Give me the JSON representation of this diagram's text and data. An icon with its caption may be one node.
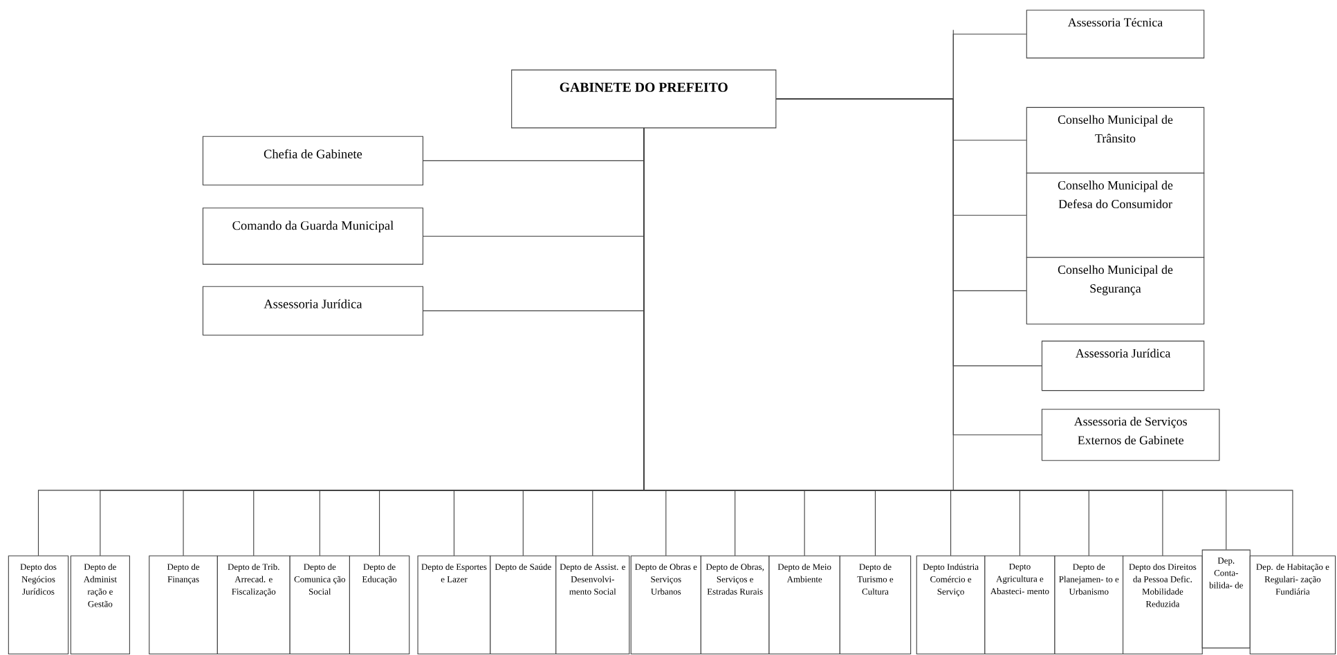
{
  "diagram": {
    "nodes": [
      {
        "text": [
          "GABINETE DO PREFEITO"
        ]
      },
      {
        "text": [
          "Chefia de Gabinete"
        ]
      },
      {
        "text": [
          "Comando da Guarda Municipal"
        ]
      },
      {
        "text": [
          "Assessoria Jurídica"
        ]
      },
      {
        "text": [
          "Assessoria Técnica"
        ]
      },
      {
        "text": [
          "Conselho Municipal de Trânsito"
        ]
      },
      {
        "text": [
          "Conselho Municipal de Defesa do Consumidor"
        ]
      },
      {
        "text": [
          "Conselho Municipal de Segurança"
        ]
      },
      {
        "text": [
          "Assessoria Jurídica"
        ]
      },
      {
        "text": [
          "Assessoria de Serviços Externos de Gabinete"
        ]
      },
      {
        "text": [
          "Depto dos Negócios Jurídicos"
        ]
      },
      {
        "text": [
          "Depto de Administ ração e Gestão"
        ]
      },
      {
        "text": [
          "Depto de Finanças"
        ]
      },
      {
        "text": [
          "Depto de Trib. Arrecad. e Fiscalização"
        ]
      },
      {
        "text": [
          "Depto de Comunica ção Social"
        ]
      },
      {
        "text": [
          "Depto de Educação"
        ]
      },
      {
        "text": [
          "Depto de Esportes e Lazer"
        ]
      },
      {
        "text": [
          "Depto de Saúde"
        ]
      },
      {
        "text": [
          "Depto de Assist. e Desenvolvi- mento Social"
        ]
      },
      {
        "text": [
          "Depto de Obras e Serviços Urbanos"
        ]
      },
      {
        "text": [
          "Depto de Obras, Serviços e Estradas Rurais"
        ]
      },
      {
        "text": [
          "Depto de Meio Ambiente"
        ]
      },
      {
        "text": [
          "Depto de Turismo e Cultura"
        ]
      },
      {
        "text": [
          "Depto Indústria Comércio e Serviço"
        ]
      },
      {
        "text": [
          "Depto Agricultura e Abasteci- mento"
        ]
      },
      {
        "text": [
          "Depto de Planejamen- to e Urbanismo"
        ]
      },
      {
        "text": [
          "Depto dos Direitos da Pessoa Defic. Mobilidade Reduzida"
        ]
      },
      {
        "text": [
          "Dep. Conta- bilida- de"
        ]
      },
      {
        "text": [
          "Dep. de Habitação e Regulari- zação Fundiária"
        ]
      }
    ],
    "edges": [
      {
        "from": 0,
        "to": 1,
        "arrow": "none"
      },
      {
        "from": 0,
        "to": 2,
        "arrow": "none"
      },
      {
        "from": 0,
        "to": 3,
        "arrow": "none"
      },
      {
        "from": 0,
        "to": 4,
        "arrow": "none"
      },
      {
        "from": 0,
        "to": 5,
        "arrow": "none"
      },
      {
        "from": 0,
        "to": 6,
        "arrow": "none"
      },
      {
        "from": 0,
        "to": 7,
        "arrow": "none"
      },
      {
        "from": 0,
        "to": 8,
        "arrow": "none"
      },
      {
        "from": 0,
        "to": 9,
        "arrow": "none"
      },
      {
        "from": 0,
        "to": 10,
        "arrow": "none"
      },
      {
        "from": 0,
        "to": 11,
        "arrow": "none"
      },
      {
        "from": 0,
        "to": 12,
        "arrow": "none"
      },
      {
        "from": 0,
        "to": 13,
        "arrow": "none"
      },
      {
        "from": 0,
        "to": 14,
        "arrow": "none"
      },
      {
        "from": 0,
        "to": 15,
        "arrow": "none"
      },
      {
        "from": 0,
        "to": 16,
        "arrow": "none"
      },
      {
        "from": 0,
        "to": 17,
        "arrow": "none"
      },
      {
        "from": 0,
        "to": 18,
        "arrow": "none"
      },
      {
        "from": 0,
        "to": 19,
        "arrow": "none"
      },
      {
        "from": 0,
        "to": 20,
        "arrow": "none"
      },
      {
        "from": 0,
        "to": 21,
        "arrow": "none"
      },
      {
        "from": 0,
        "to": 22,
        "arrow": "none"
      },
      {
        "from": 0,
        "to": 23,
        "arrow": "none"
      },
      {
        "from": 0,
        "to": 24,
        "arrow": "none"
      },
      {
        "from": 0,
        "to": 25,
        "arrow": "none"
      },
      {
        "from": 0,
        "to": 26,
        "arrow": "none"
      },
      {
        "from": 0,
        "to": 27,
        "arrow": "none"
      },
      {
        "from": 0,
        "to": 28,
        "arrow": "none"
      }
    ]
  }
}
